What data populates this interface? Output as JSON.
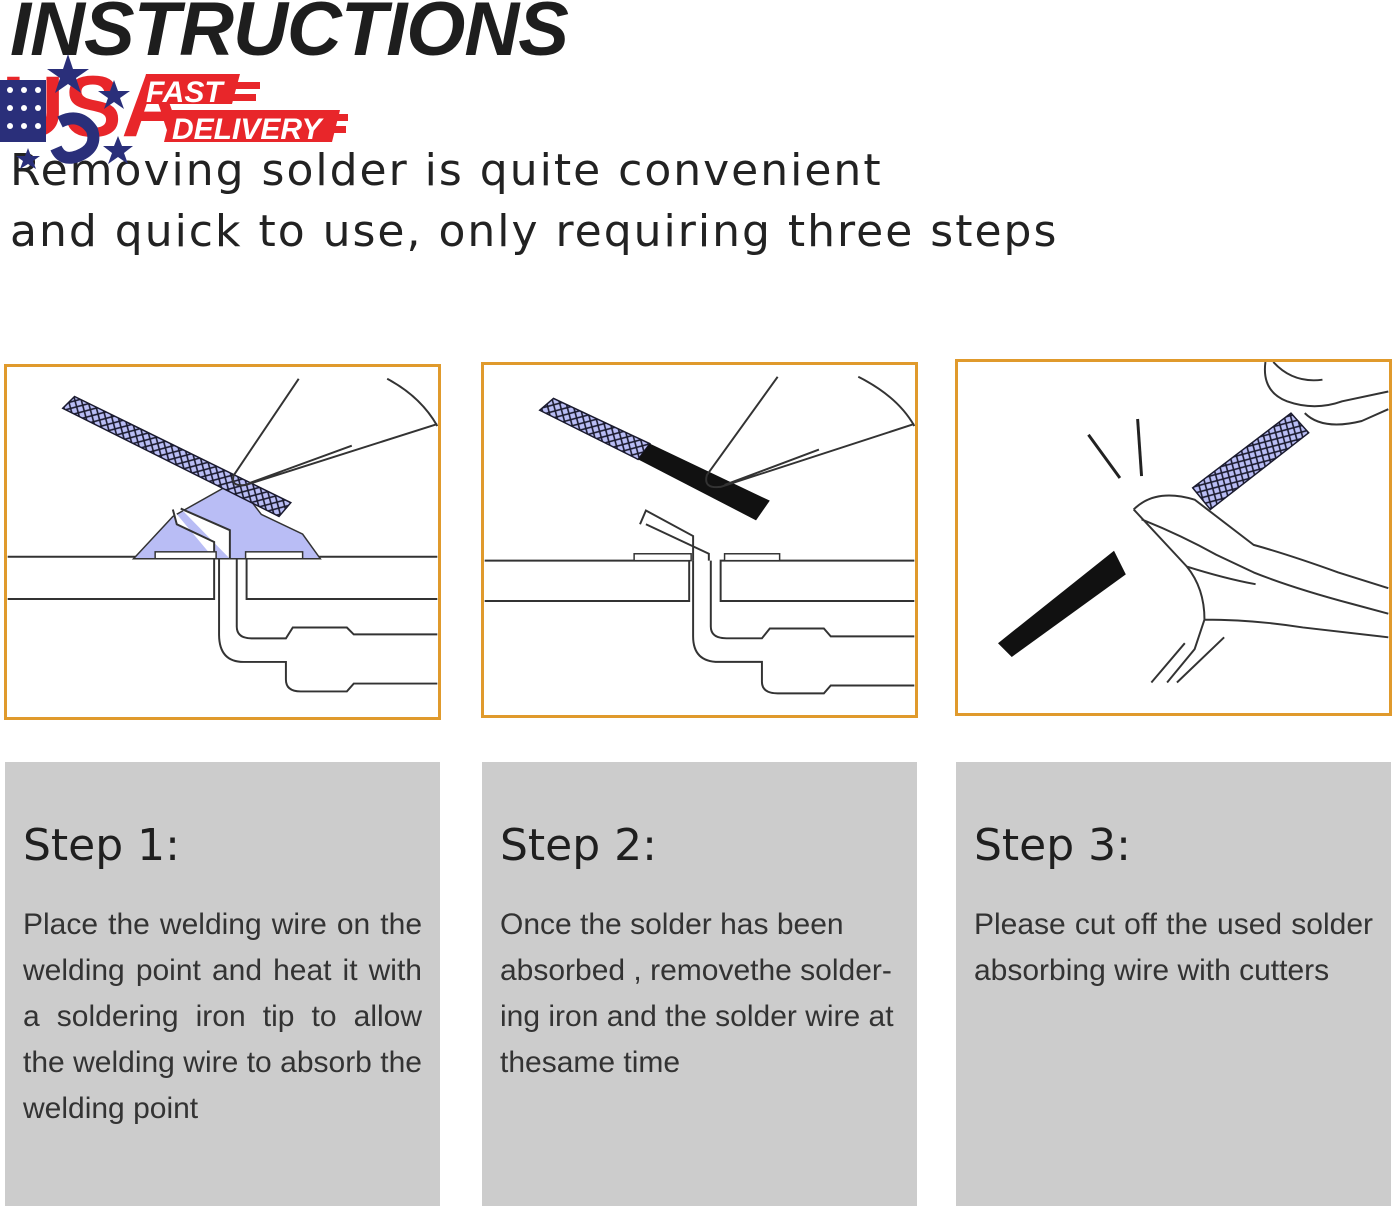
{
  "header": {
    "title": "INSTRUCTIONS",
    "intro_line1": "Removing solder is quite convenient",
    "intro_line2": "and quick to use, only requiring three steps"
  },
  "badge": {
    "text_country": "USA",
    "text_fast": "FAST",
    "text_delivery": "DELIVERY",
    "colors": {
      "red": "#e8262a",
      "blue": "#2a2f7a"
    }
  },
  "colors": {
    "panel_border": "#e09a2c",
    "card_background": "#cccccc",
    "solder_blue": "#b9bdf5"
  },
  "steps": [
    {
      "title": "Step 1:",
      "body": "Place the welding wire on the welding point and heat it with a soldering iron tip to allow the welding wire to absorb the welding point"
    },
    {
      "title": "Step 2:",
      "body": "Once the solder has been absorbed ,  removethe solder-ing iron and the solder wire at thesame time"
    },
    {
      "title": "Step 3:",
      "body": "Please cut off the used solder absorbing wire with cutters"
    }
  ]
}
